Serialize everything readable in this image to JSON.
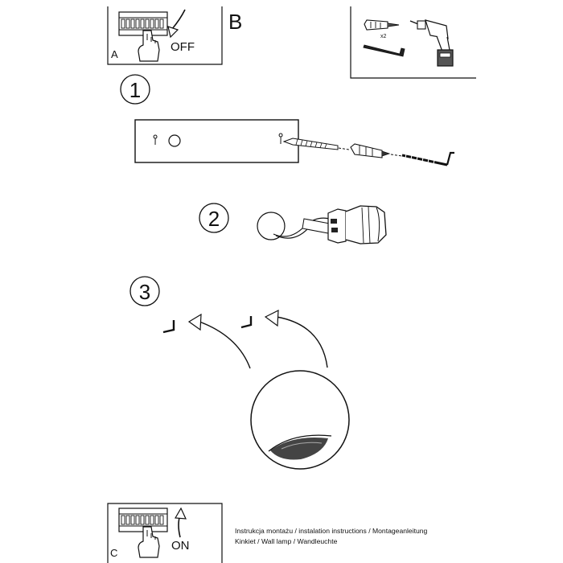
{
  "panels": {
    "a": {
      "letter": "A",
      "action": "OFF"
    },
    "b": {
      "letter": "B",
      "quantity": "x2"
    },
    "c": {
      "letter": "C",
      "action": "ON"
    }
  },
  "steps": [
    {
      "number": "1"
    },
    {
      "number": "2"
    },
    {
      "number": "3"
    }
  ],
  "caption": {
    "line1": "Instrukcja montażu / instalation instructions / Montageanleitung",
    "line2": "Kinkiet / Wall lamp / Wandleuchte"
  }
}
